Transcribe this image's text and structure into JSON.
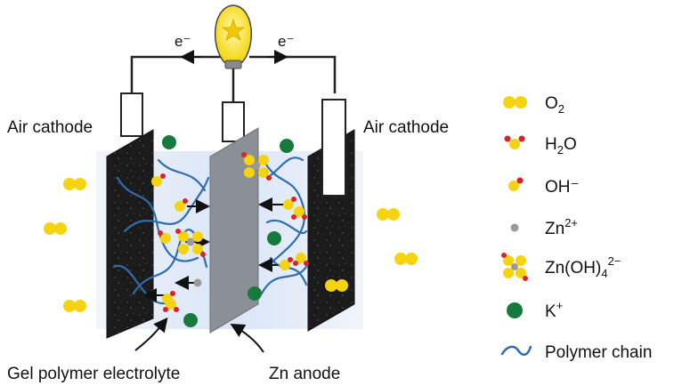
{
  "diagram": {
    "electron_label_left": "e⁻",
    "electron_label_right": "e⁻",
    "left_cathode_label": "Air cathode",
    "right_cathode_label": "Air cathode",
    "electrolyte_label": "Gel polymer electrolyte",
    "anode_label": "Zn anode"
  },
  "legend": {
    "items": [
      {
        "key": "o2",
        "label": "O",
        "sub": "2",
        "sup": ""
      },
      {
        "key": "h2o",
        "label": "H",
        "sub": "2",
        "sup": "",
        "tail": "O"
      },
      {
        "key": "oh",
        "label": "OH⁻",
        "sub": "",
        "sup": ""
      },
      {
        "key": "zn2",
        "label": "Zn",
        "sub": "",
        "sup": "2+"
      },
      {
        "key": "znoh4",
        "label": "Zn(OH)",
        "sub": "4",
        "sup": "2−"
      },
      {
        "key": "k",
        "label": "K",
        "sub": "",
        "sup": "+"
      },
      {
        "key": "polymer",
        "label": "Polymer chain",
        "sub": "",
        "sup": ""
      }
    ]
  },
  "colors": {
    "oxygen": "#f5d40f",
    "hydrogen": "#d9232a",
    "zinc_ion": "#9a9a9a",
    "potassium": "#177a3d",
    "polymer": "#2f6db1",
    "cathode": "#1b1b1b",
    "anode": "#8b9097",
    "electrolyte": "#d7e3f5",
    "wire": "#222222"
  }
}
